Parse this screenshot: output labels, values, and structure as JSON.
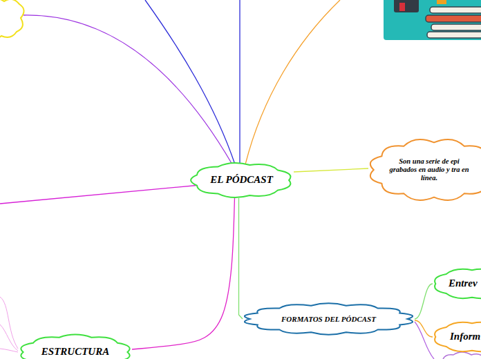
{
  "diagram": {
    "nodes": [
      {
        "text": [
          "EL PÓDCAST"
        ]
      },
      {
        "text": [
          "Son una serie de epi grabados en audio y tra en línea."
        ]
      },
      {
        "text": [
          "FORMATOS DEL PÓDCAST"
        ]
      },
      {
        "text": [
          "Entrev"
        ]
      },
      {
        "text": [
          "Inform"
        ]
      },
      {
        "text": [
          "ESTRUCTURA"
        ]
      }
    ],
    "edges": [
      {
        "from": 0,
        "to": 1,
        "arrow": "none"
      },
      {
        "from": 0,
        "to": 2,
        "arrow": "none"
      },
      {
        "from": 2,
        "to": 3,
        "arrow": "none"
      },
      {
        "from": 2,
        "to": 4,
        "arrow": "none"
      },
      {
        "from": 0,
        "to": 5,
        "arrow": "none"
      }
    ]
  }
}
